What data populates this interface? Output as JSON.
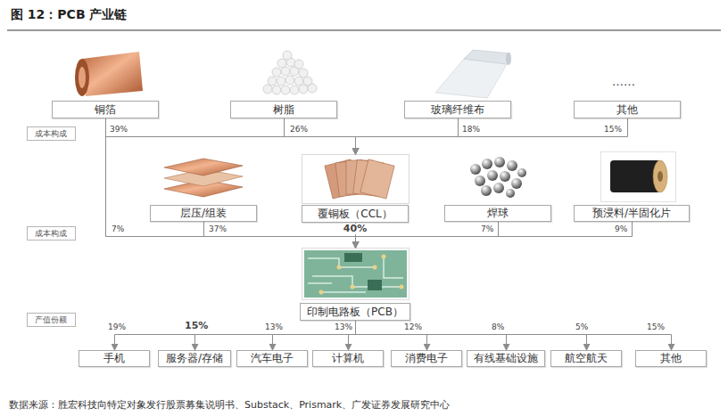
{
  "diagram": {
    "title": "图 12：PCB 产业链",
    "nodes": [
      {
        "text": [
          "铜箔"
        ]
      },
      {
        "text": [
          "树脂"
        ]
      },
      {
        "text": [
          "玻璃纤维布"
        ]
      },
      {
        "text": [
          "其他"
        ]
      },
      {
        "text": [
          "成本构成"
        ]
      },
      {
        "text": [
          "层压/组装"
        ]
      },
      {
        "text": [
          "覆铜板（CCL）"
        ]
      },
      {
        "text": [
          "焊球"
        ]
      },
      {
        "text": [
          "预浸料/半固化片"
        ]
      },
      {
        "text": [
          "成本构成"
        ]
      },
      {
        "text": [
          "印制电路板（PCB）"
        ]
      },
      {
        "text": [
          "产值份额"
        ]
      },
      {
        "text": [
          "手机"
        ]
      },
      {
        "text": [
          "服务器/存储"
        ]
      },
      {
        "text": [
          "汽车电子"
        ]
      },
      {
        "text": [
          "计算机"
        ]
      },
      {
        "text": [
          "消费电子"
        ]
      },
      {
        "text": [
          "有线基础设施"
        ]
      },
      {
        "text": [
          "航空航天"
        ]
      },
      {
        "text": [
          "其他"
        ]
      }
    ],
    "edges": [
      {
        "from": 0,
        "to": 6,
        "label": "39%",
        "arrow": "to"
      },
      {
        "from": 1,
        "to": 6,
        "label": "26%",
        "arrow": "to"
      },
      {
        "from": 2,
        "to": 6,
        "label": "18%",
        "arrow": "to"
      },
      {
        "from": 3,
        "to": 6,
        "label": "15%",
        "arrow": "to"
      },
      {
        "from": 0,
        "to": 10,
        "label": "7%",
        "arrow": "to"
      },
      {
        "from": 5,
        "to": 10,
        "label": "37%",
        "arrow": "to"
      },
      {
        "from": 6,
        "to": 10,
        "label": "40%",
        "arrow": "to"
      },
      {
        "from": 7,
        "to": 10,
        "label": "7%",
        "arrow": "to"
      },
      {
        "from": 8,
        "to": 10,
        "label": "9%",
        "arrow": "to"
      },
      {
        "from": 10,
        "to": 12,
        "label": "19%",
        "arrow": "to"
      },
      {
        "from": 10,
        "to": 13,
        "label": "15%",
        "arrow": "to"
      },
      {
        "from": 10,
        "to": 14,
        "label": "13%",
        "arrow": "to"
      },
      {
        "from": 10,
        "to": 15,
        "label": "13%",
        "arrow": "to"
      },
      {
        "from": 10,
        "to": 16,
        "label": "12%",
        "arrow": "to"
      },
      {
        "from": 10,
        "to": 17,
        "label": "8%",
        "arrow": "to"
      },
      {
        "from": 10,
        "to": 18,
        "label": "5%",
        "arrow": "to"
      },
      {
        "from": 10,
        "to": 19,
        "label": "15%",
        "arrow": "to"
      }
    ],
    "labels": [
      "……",
      "数据来源：胜宏科技向特定对象发行股票募集说明书、Substack、Prismark、广发证券发展研究中心"
    ]
  }
}
